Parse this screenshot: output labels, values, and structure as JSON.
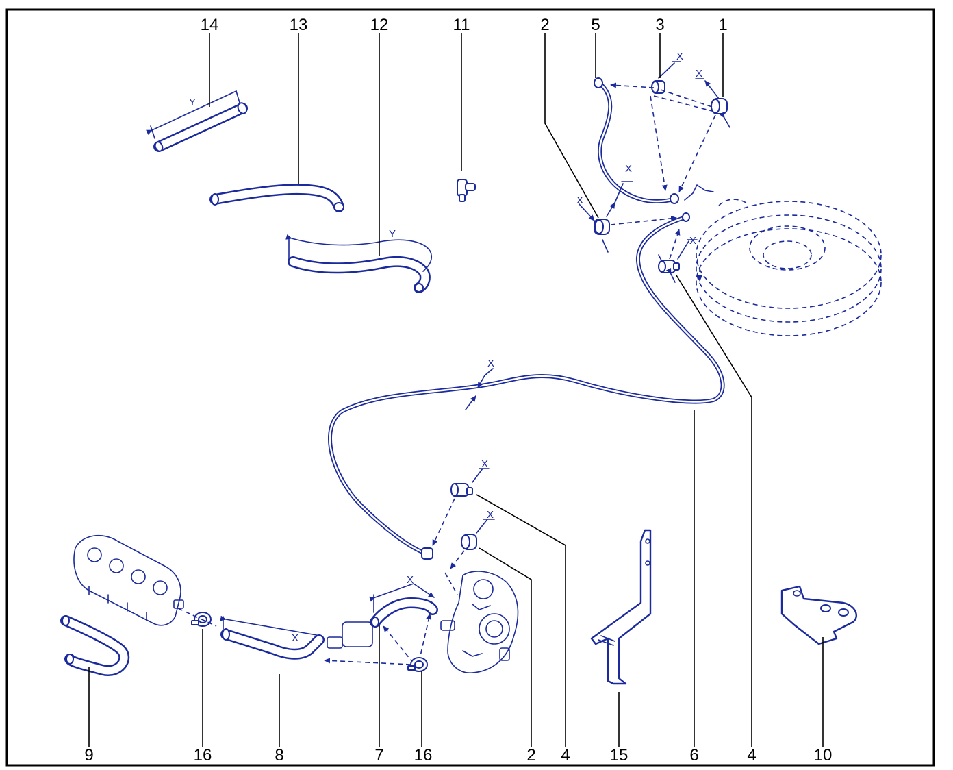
{
  "callouts": {
    "c1": "1",
    "c2a": "2",
    "c2b": "2",
    "c3": "3",
    "c4a": "4",
    "c4b": "4",
    "c5": "5",
    "c6": "6",
    "c7": "7",
    "c8": "8",
    "c9": "9",
    "c10": "10",
    "c11": "11",
    "c12": "12",
    "c13": "13",
    "c14": "14",
    "c15": "15",
    "c16a": "16",
    "c16b": "16"
  },
  "dimensions": {
    "x": "X",
    "y": "Y"
  },
  "colors": {
    "line_art": "#1b2a9c",
    "callout_text": "#000000",
    "frame": "#000000",
    "background": "#ffffff"
  }
}
